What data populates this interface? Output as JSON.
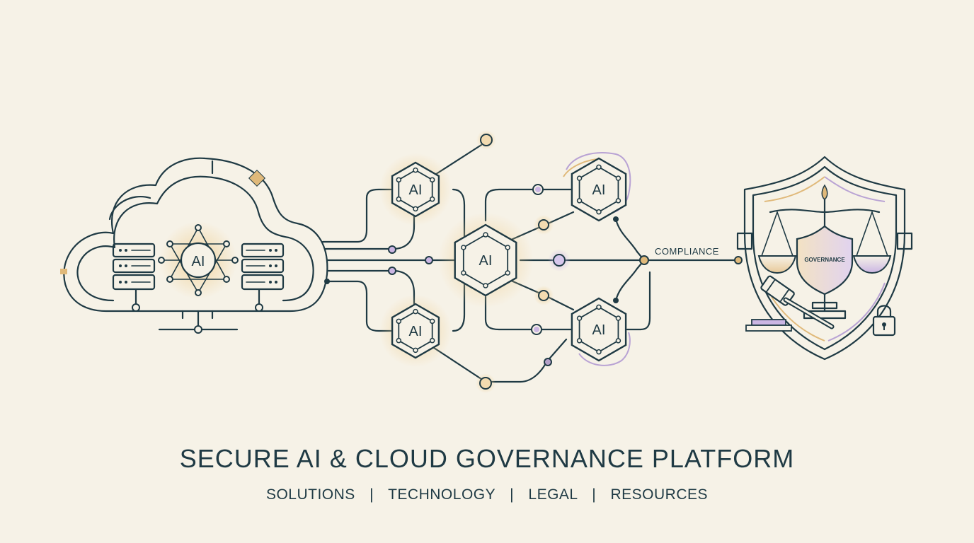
{
  "diagram": {
    "cloud_node_label": "AI",
    "ai_nodes": [
      {
        "id": "top-left",
        "label": "AI"
      },
      {
        "id": "bottom-left",
        "label": "AI"
      },
      {
        "id": "center",
        "label": "AI"
      },
      {
        "id": "top-right",
        "label": "AI"
      },
      {
        "id": "bottom-right",
        "label": "AI"
      }
    ],
    "compliance_label": "COMPLIANCE",
    "governance_label": "GOVERNANCE"
  },
  "title": "SECURE AI & CLOUD GOVERNANCE PLATFORM",
  "nav": {
    "items": [
      "SOLUTIONS",
      "TECHNOLOGY",
      "LEGAL",
      "RESOURCES"
    ],
    "separator": "|"
  },
  "colors": {
    "background": "#f6f2e7",
    "line": "#1f3a44",
    "accent_gold": "#e0b97a",
    "accent_purple": "#b9a3d4"
  }
}
